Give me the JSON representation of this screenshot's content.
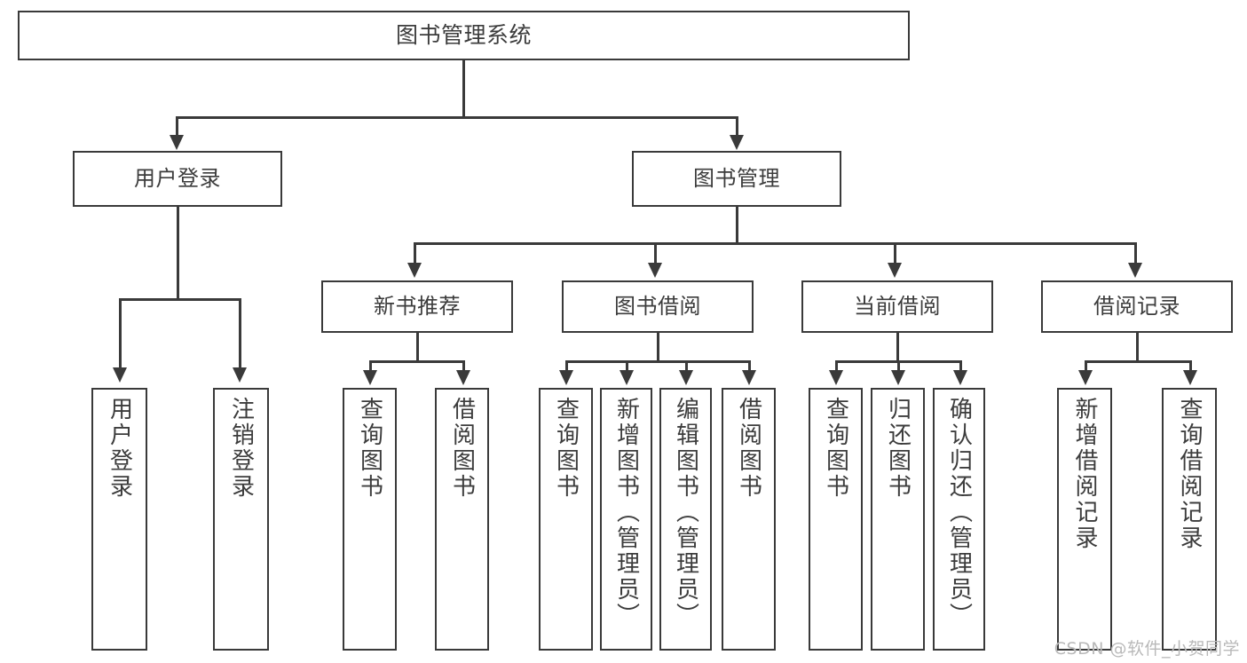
{
  "diagram": {
    "type": "tree",
    "title": "图书管理系统",
    "root": {
      "label": "图书管理系统"
    },
    "level2": [
      {
        "label": "用户登录"
      },
      {
        "label": "图书管理"
      }
    ],
    "level3": [
      {
        "label": "新书推荐"
      },
      {
        "label": "图书借阅"
      },
      {
        "label": "当前借阅"
      },
      {
        "label": "借阅记录"
      }
    ],
    "leaves": {
      "user_login": [
        {
          "label": "用户登录"
        },
        {
          "label": "注销登录"
        }
      ],
      "new_books": [
        {
          "label": "查询图书"
        },
        {
          "label": "借阅图书"
        }
      ],
      "book_borrow": [
        {
          "label": "查询图书"
        },
        {
          "label": "新增图书（管理员）"
        },
        {
          "label": "编辑图书（管理员）"
        },
        {
          "label": "借阅图书"
        }
      ],
      "current_borrow": [
        {
          "label": "查询图书"
        },
        {
          "label": "归还图书"
        },
        {
          "label": "确认归还（管理员）"
        }
      ],
      "borrow_records": [
        {
          "label": "新增借阅记录"
        },
        {
          "label": "查询借阅记录"
        }
      ]
    }
  },
  "watermark": {
    "text": "CSDN @软件_小贺同学"
  },
  "colors": {
    "stroke": "#3a3a3a",
    "text": "#3c3c3c",
    "background": "#ffffff",
    "watermark": "#b9b9b9"
  }
}
